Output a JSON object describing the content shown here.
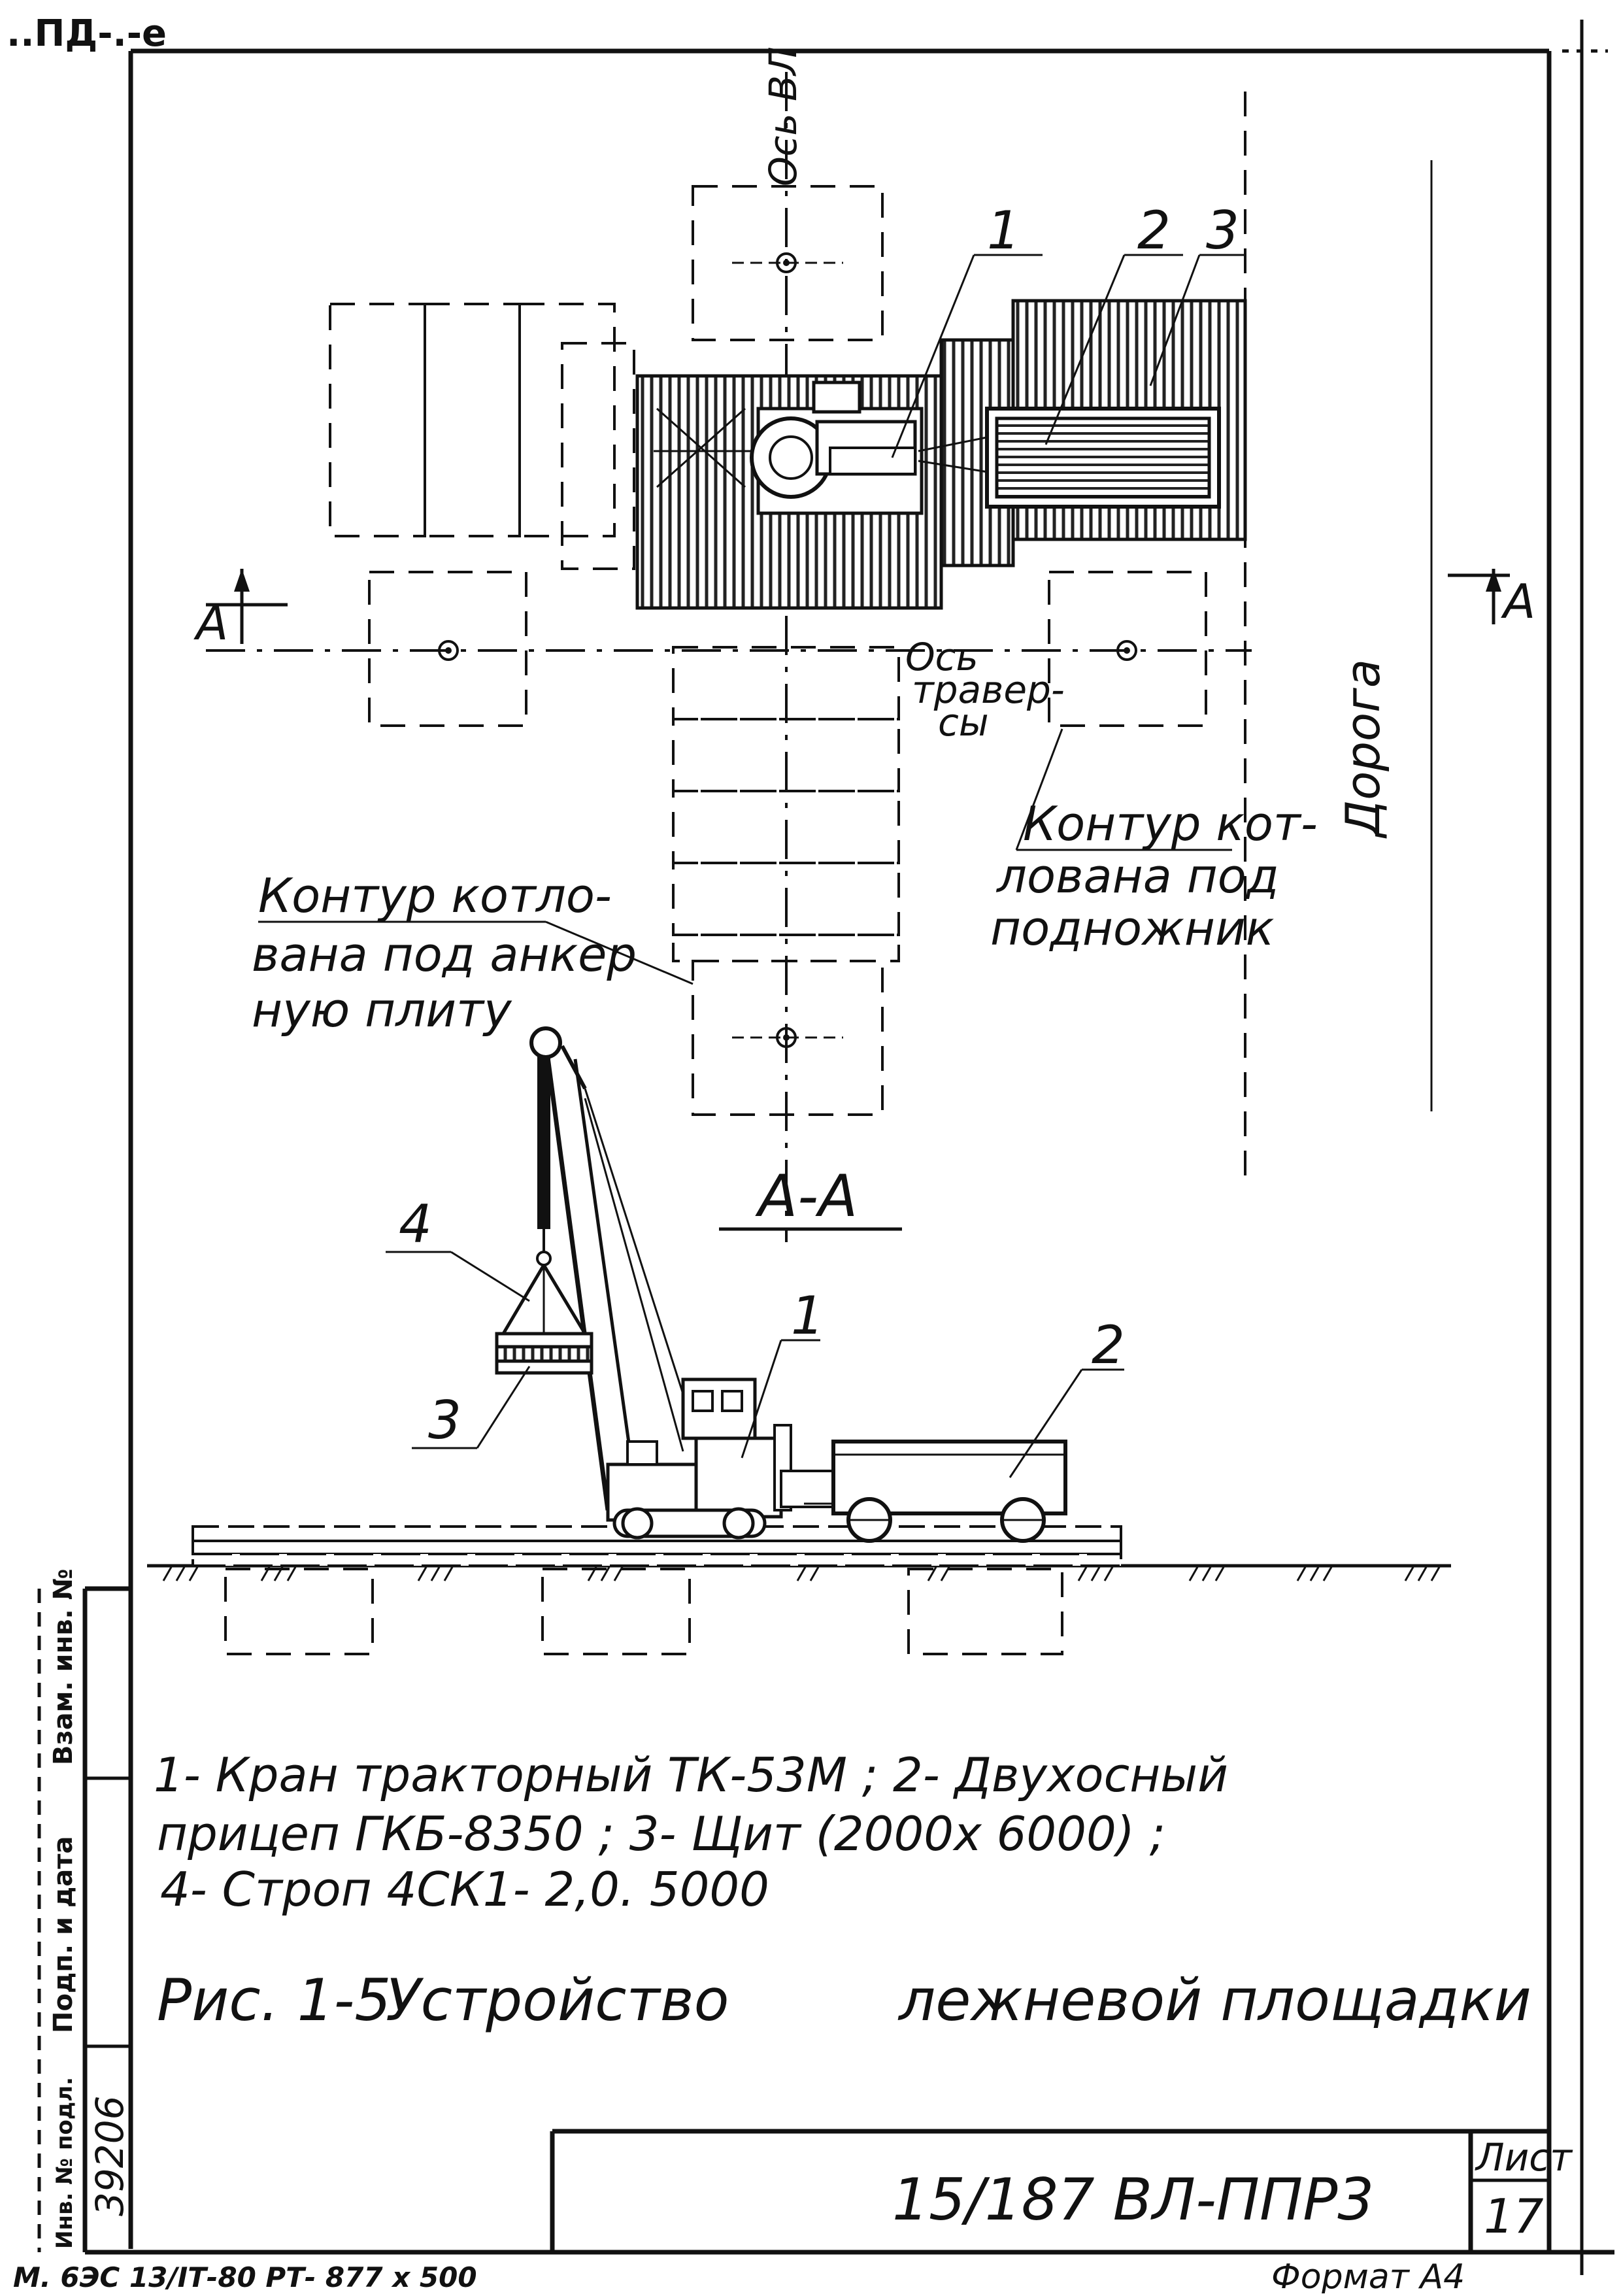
{
  "header": {
    "corner_mark": "..ПД-.-е"
  },
  "plan": {
    "axis_vl_label": "Ось ВЛ",
    "axis_traverse_label": [
      "Ось",
      "травер-",
      "сы"
    ],
    "road_label": "Дорога",
    "section_mark_left": "А",
    "section_mark_right": "А",
    "callouts": [
      "1",
      "2",
      "3"
    ],
    "contour_anchor_label": [
      "Контур котло-",
      "вана под анкер",
      "ную плиту"
    ],
    "contour_footing_label": [
      "Контур кот-",
      "лована под",
      "подножник"
    ]
  },
  "section": {
    "title": "А-А",
    "callouts": [
      "4",
      "1",
      "2",
      "3"
    ]
  },
  "legend": {
    "lines": [
      "1- Кран тракторный  ТК-53М ; 2- Двухосный",
      "прицеп  ГКБ-8350 ; 3- Щит  (2000х 6000)  ;",
      "4- Строп  4СК1- 2,0. 5000"
    ]
  },
  "figure": {
    "number": "Рис. 1-5",
    "title_part1": "Устройство",
    "title_part2": "лежневой площадки"
  },
  "title_block": {
    "doc_code": "15/187 ВЛ-ППР3",
    "sheet_label": "Лист",
    "sheet_number": "17"
  },
  "side_strip": {
    "inv_number": "39206",
    "labels": [
      "Инв. № подл.",
      "Подп. и дата",
      "Взам. инв. №"
    ]
  },
  "footer": {
    "print_note": "М. 6ЭС  13/IТ-80  РТ- 877 х 500",
    "format_label": "Формат  А4"
  }
}
